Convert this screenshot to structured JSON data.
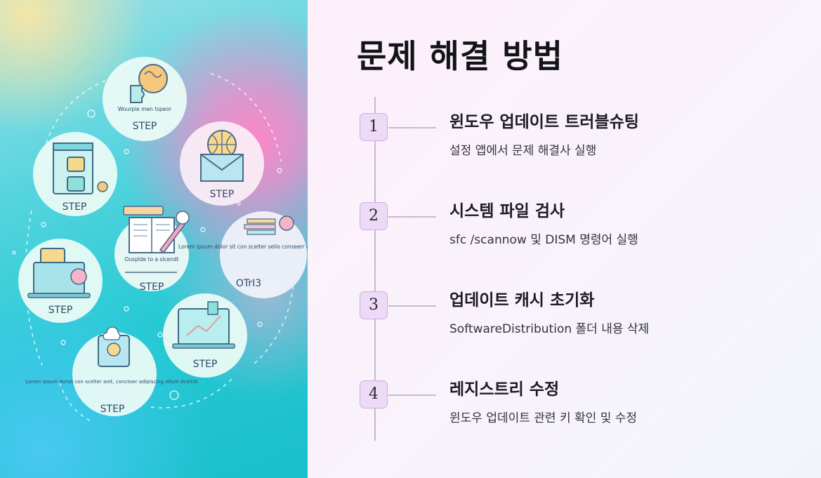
{
  "title": "문제 해결 방법",
  "steps": [
    {
      "number": "1",
      "title": "윈도우 업데이트 트러블슈팅",
      "desc": "설정 앱에서 문제 해결사 실행"
    },
    {
      "number": "2",
      "title": "시스템 파일 검사",
      "desc": "sfc /scannow 및 DISM 명령어 실행"
    },
    {
      "number": "3",
      "title": "업데이트 캐시 초기화",
      "desc": "SoftwareDistribution 폴더 내용 삭제"
    },
    {
      "number": "4",
      "title": "레지스트리 수정",
      "desc": "윈도우 업데이트 관련 키 확인 및 수정"
    }
  ],
  "illustration": {
    "circles": [
      {
        "label": "STEP",
        "caption": "Wourple men tspeor",
        "icon": "brain-puzzle-icon"
      },
      {
        "label": "STEP",
        "caption": "",
        "icon": "document-lock-icon"
      },
      {
        "label": "STEP",
        "caption": "",
        "icon": "globe-envelope-icon"
      },
      {
        "label": "STEP",
        "caption": "Ousplde to a slcendt",
        "icon": "book-pencil-icon"
      },
      {
        "label": "OTrI3",
        "caption": "Lorem ipsum dolor sit con scelter sello conseerr adipiscing elisinot.",
        "icon": "books-gear-icon"
      },
      {
        "label": "STEP",
        "caption": "",
        "icon": "laptop-chart-icon"
      },
      {
        "label": "STEP",
        "caption": "",
        "icon": "laptop-gear-icon"
      },
      {
        "label": "STEP",
        "caption": "Lorem ipsum dorsit con scelter anit, conctoer adipiscing ellum dcolrot.",
        "icon": "tablet-cloud-icon"
      }
    ]
  },
  "colors": {
    "accent": "#ecdaf6",
    "accent_border": "#cfaee0",
    "timeline": "#cbb7d2",
    "title_text": "#131318"
  }
}
